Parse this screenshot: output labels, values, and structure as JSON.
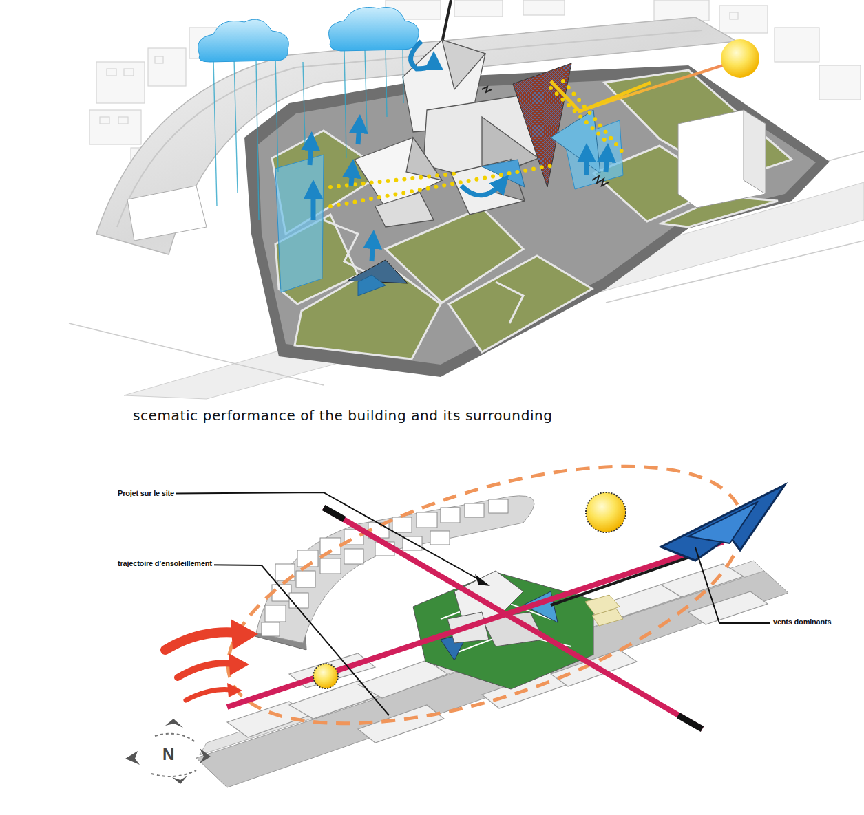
{
  "diagram": {
    "caption": "scematic performance of the building and its surrounding",
    "labels": [
      "Projet sur le site",
      "trajectoire d’ensoleillement",
      "vents dominants",
      "N"
    ]
  }
}
